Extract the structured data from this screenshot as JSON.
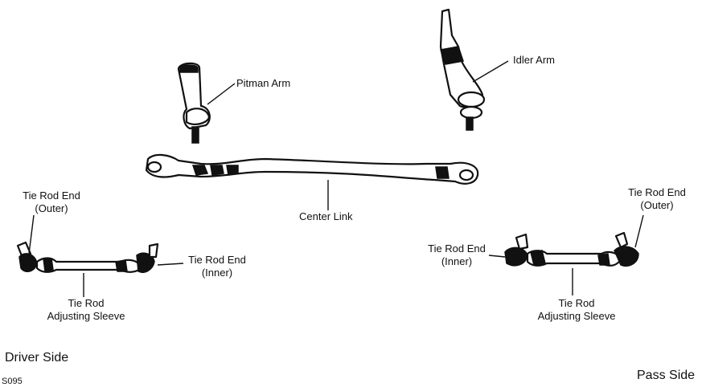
{
  "labels": {
    "pitman_arm": "Pitman Arm",
    "idler_arm": "Idler Arm",
    "center_link": "Center Link",
    "tie_rod_end_outer_left_line1": "Tie Rod End",
    "tie_rod_end_outer_left_line2": "(Outer)",
    "tie_rod_end_inner_left_line1": "Tie Rod End",
    "tie_rod_end_inner_left_line2": "(Inner)",
    "tie_rod_left_line1": "Tie Rod",
    "tie_rod_left_line2": "Adjusting Sleeve",
    "tie_rod_end_inner_right_line1": "Tie Rod End",
    "tie_rod_end_inner_right_line2": "(Inner)",
    "tie_rod_end_outer_right_line1": "Tie Rod End",
    "tie_rod_end_outer_right_line2": "(Outer)",
    "tie_rod_right_line1": "Tie Rod",
    "tie_rod_right_line2": "Adjusting Sleeve",
    "driver_side": "Driver Side",
    "pass_side": "Pass Side",
    "figure_code": "S095"
  }
}
